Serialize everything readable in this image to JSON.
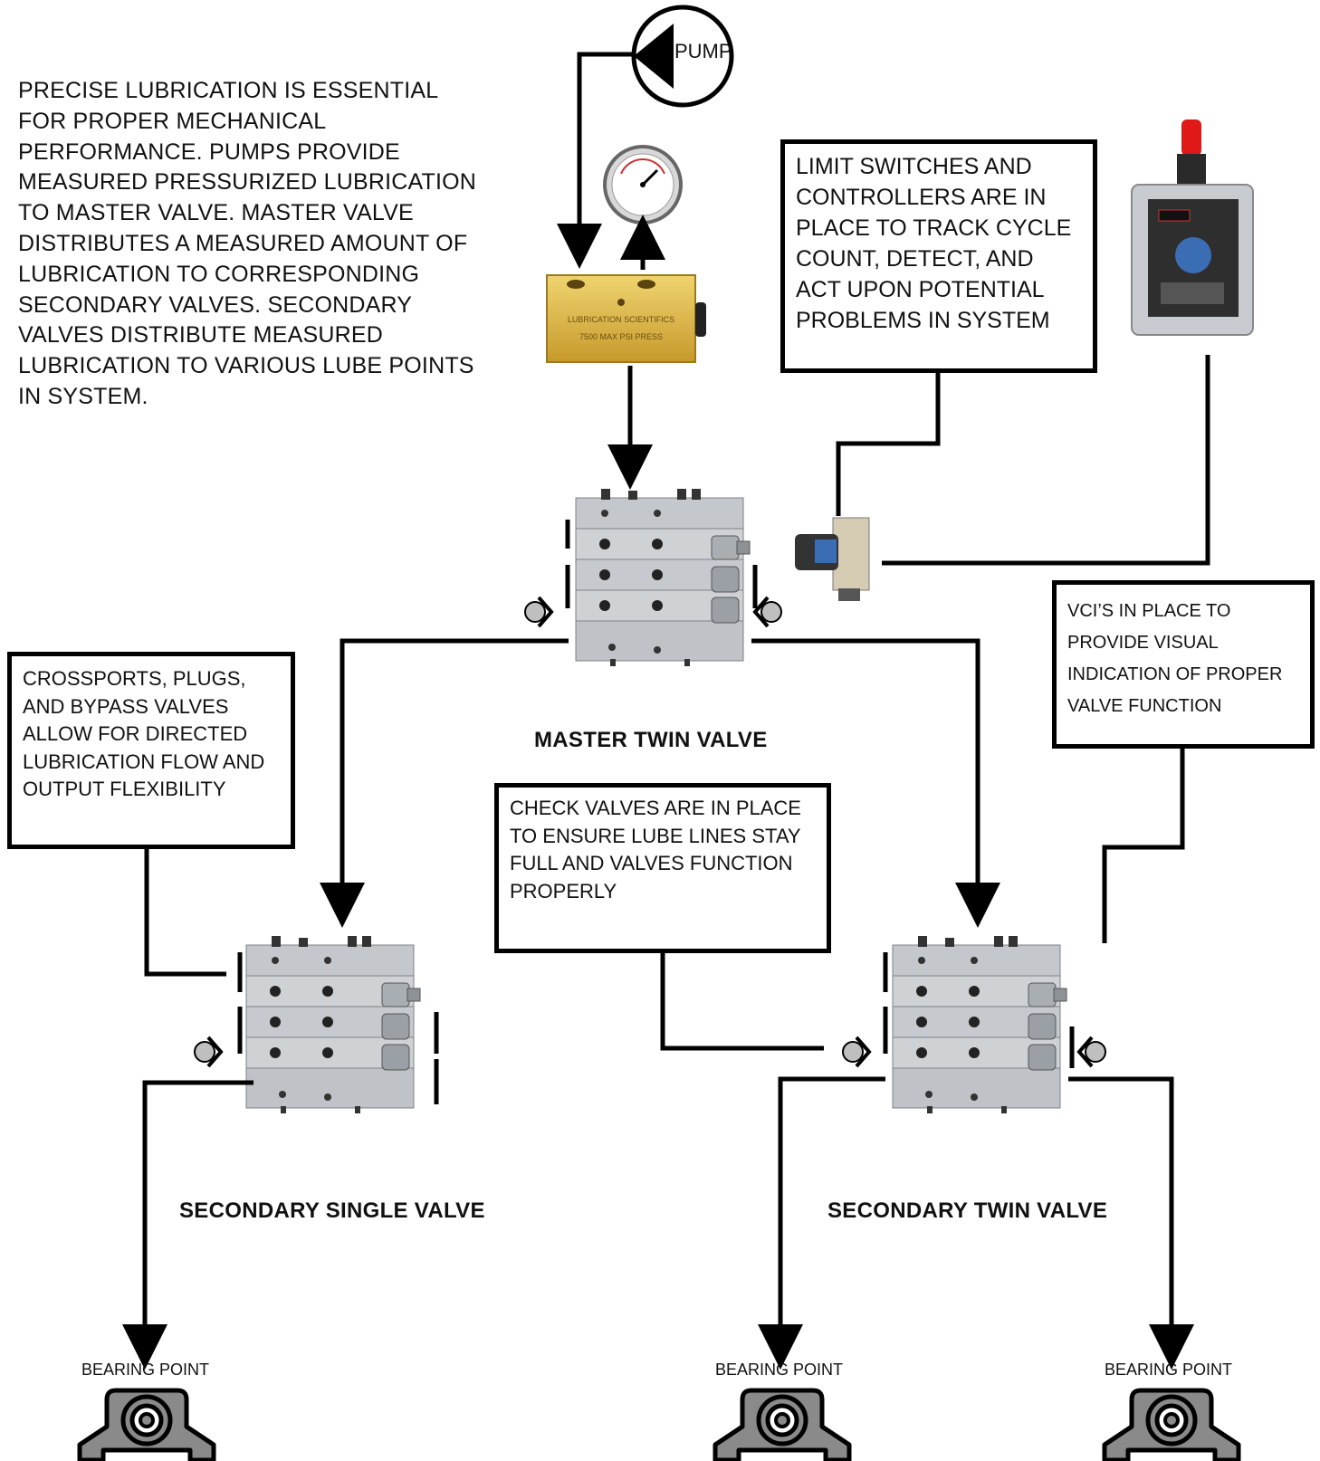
{
  "intro_text": "PRECISE LUBRICATION IS ESSENTIAL FOR PROPER MECHANICAL PERFORMANCE. PUMPS PROVIDE MEASURED PRESSURIZED LUBRICATION TO MASTER VALVE. MASTER VALVE DISTRIBUTES A MEASURED AMOUNT OF LUBRICATION TO CORRESPONDING SECONDARY VALVES. SECONDARY VALVES DISTRIBUTE MEASURED LUBRICATION TO VARIOUS LUBE POINTS IN SYSTEM.",
  "pump_label": "PUMP",
  "pressure_block_text": {
    "line1": "LUBRICATION SCIENTIFICS",
    "line2": "7500 MAX PSI PRESS"
  },
  "limit_switch_note": "LIMIT SWITCHES AND CONTROLLERS ARE IN PLACE TO TRACK CYCLE COUNT, DETECT, AND ACT UPON POTENTIAL PROBLEMS IN SYSTEM",
  "vci_note": "VCI’S IN PLACE TO PROVIDE VISUAL INDICATION OF PROPER VALVE FUNCTION",
  "crossports_note": "CROSSPORTS, PLUGS, AND BYPASS VALVES ALLOW FOR DIRECTED LUBRICATION FLOW AND OUTPUT FLEXIBILITY",
  "check_valves_note": "CHECK VALVES ARE IN PLACE TO ENSURE LUBE LINES STAY FULL AND VALVES FUNCTION PROPERLY",
  "captions": {
    "master": "MASTER TWIN VALVE",
    "secondary_single": "SECONDARY SINGLE VALVE",
    "secondary_twin": "SECONDARY TWIN VALVE"
  },
  "bearing_points": [
    "BEARING POINT",
    "BEARING POINT",
    "BEARING POINT"
  ],
  "colors": {
    "line": "#000000",
    "valve_body": "#c9ccd0",
    "valve_dark": "#9aa0a6",
    "brass": "#d8b64a",
    "beacon": "#e01818",
    "bearing": "#8a8a8a"
  }
}
